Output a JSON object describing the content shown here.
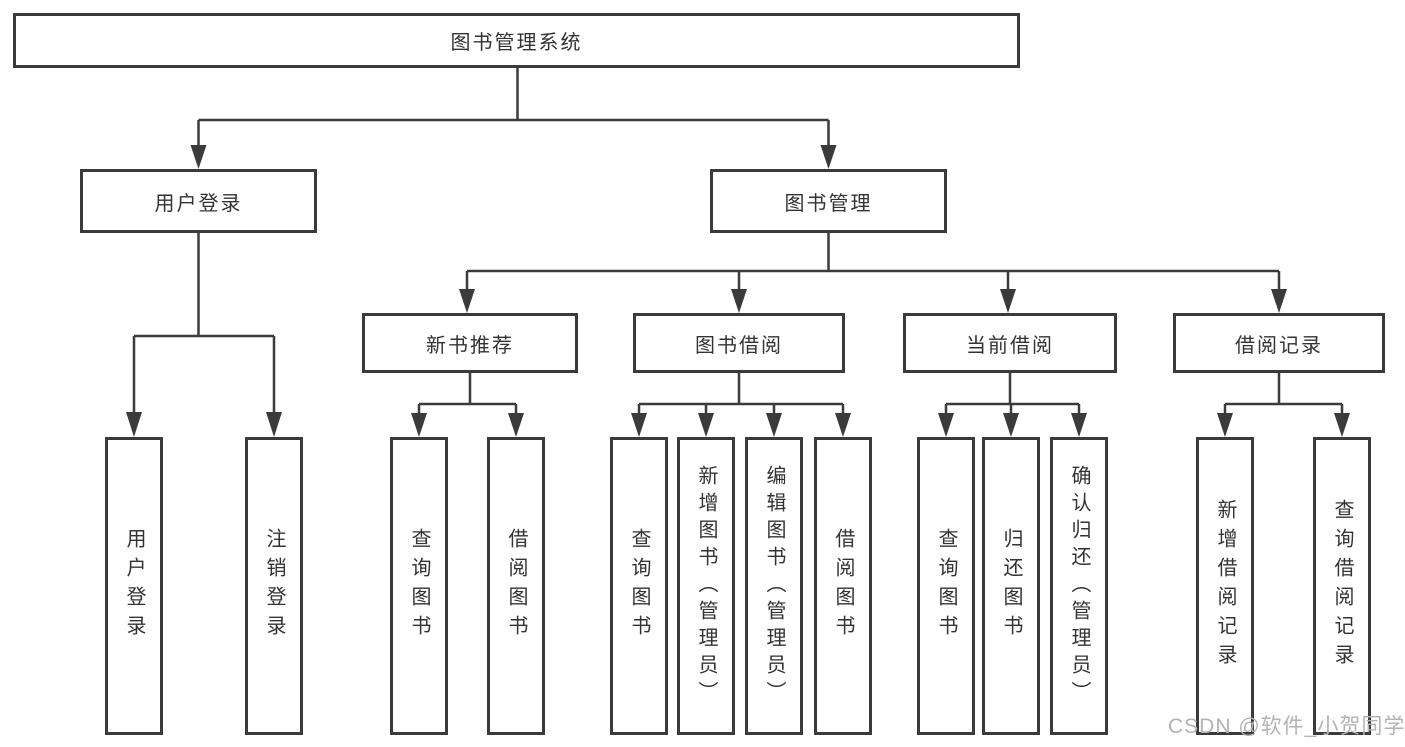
{
  "diagram": {
    "root": {
      "label": "图书管理系统"
    },
    "level2": {
      "user_login": {
        "label": "用户登录",
        "children": [
          {
            "label": "用户登录"
          },
          {
            "label": "注销登录"
          }
        ]
      },
      "book_mgmt": {
        "label": "图书管理",
        "children": {
          "new_book_rec": {
            "label": "新书推荐",
            "children": [
              {
                "label": "查询图书"
              },
              {
                "label": "借阅图书"
              }
            ]
          },
          "book_borrow": {
            "label": "图书借阅",
            "children": [
              {
                "label": "查询图书"
              },
              {
                "label": "新增图书（管理员）"
              },
              {
                "label": "编辑图书（管理员）"
              },
              {
                "label": "借阅图书"
              }
            ]
          },
          "current_borrow": {
            "label": "当前借阅",
            "children": [
              {
                "label": "查询图书"
              },
              {
                "label": "归还图书"
              },
              {
                "label": "确认归还（管理员）"
              }
            ]
          },
          "borrow_record": {
            "label": "借阅记录",
            "children": [
              {
                "label": "新增借阅记录"
              },
              {
                "label": "查询借阅记录"
              }
            ]
          }
        }
      }
    },
    "watermark": "CSDN @软件_小贺同学"
  },
  "colors": {
    "line": "#3b3b3b",
    "box_border": "#3a3a3a",
    "box_fill": "#ffffff",
    "text": "#333333",
    "watermark": "#b3b3b3",
    "background": "#ffffff"
  }
}
